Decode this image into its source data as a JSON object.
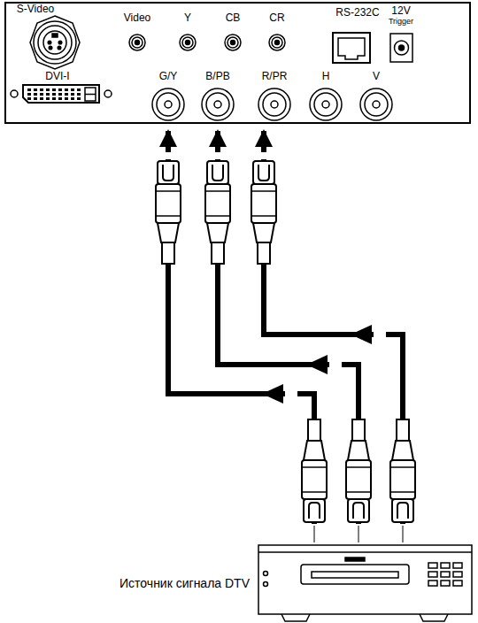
{
  "diagram": {
    "nodes": [
      {
        "text": [
          "S-Video",
          "Video",
          "Y",
          "CB",
          "CR",
          "RS-232C",
          "12V",
          "Trigger",
          "DVI-I",
          "G/Y",
          "B/PB",
          "R/PR",
          "H",
          "V"
        ]
      },
      {
        "text": [
          "Источник сигнала DTV"
        ]
      }
    ],
    "edges": [
      {
        "from": 1,
        "to": 0,
        "arrow": "to"
      },
      {
        "from": 1,
        "to": 0,
        "arrow": "to"
      },
      {
        "from": 1,
        "to": 0,
        "arrow": "to"
      }
    ]
  }
}
